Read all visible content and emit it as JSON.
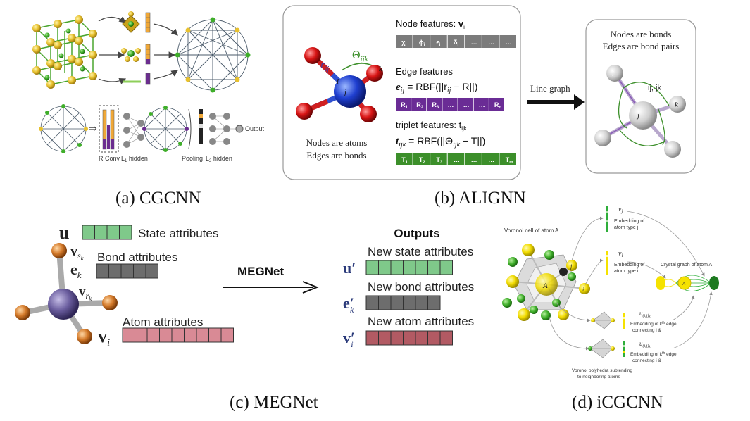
{
  "captions": {
    "a": "(a) CGCNN",
    "b": "(b) ALIGNN",
    "c": "(c) MEGNet",
    "d": "(d) iCGCNN"
  },
  "cgcnn": {
    "output": "Output",
    "r_conv": "R Conv",
    "l1_hidden": "L",
    "l1_sub": "1",
    "l1_rest": " hidden",
    "pooling": "Pooling",
    "l2_hidden": "L",
    "l2_sub": "2",
    "l2_rest": " hidden"
  },
  "alignn": {
    "nodes_atoms": "Nodes are atoms",
    "edges_bonds": "Edges are bonds",
    "node_features": "Node features: ",
    "node_features_sym": "v",
    "node_features_sub": "i",
    "node_cells": [
      "χ",
      "ϕ",
      "ϵ",
      "δ",
      "…",
      "…",
      "…"
    ],
    "node_cell_subs": [
      "i",
      "i",
      "i",
      "i",
      "",
      "",
      ""
    ],
    "edge_features": "Edge features",
    "edge_formula": "= RBF(||r",
    "edge_formula_end": " − R||)",
    "edge_cells": [
      "R",
      "R",
      "R",
      "…",
      "…",
      "…",
      "R"
    ],
    "edge_cell_subs": [
      "1",
      "2",
      "3",
      "",
      "",
      "",
      "n"
    ],
    "triplet_features": "triplet features: t",
    "triplet_sub": "ijk",
    "triplet_formula": "= RBF(||Θ",
    "triplet_formula_end": " − T||)",
    "triplet_cells": [
      "T",
      "T",
      "T",
      "…",
      "…",
      "…",
      "T"
    ],
    "triplet_cell_subs": [
      "1",
      "2",
      "3",
      "",
      "",
      "",
      "m"
    ],
    "r_ij": "r",
    "r_ij_sub": "ij",
    "theta": "Θ",
    "theta_sub": "ijk",
    "atom_i": "i",
    "atom_j": "j",
    "atom_k": "k",
    "line_graph": "Line graph",
    "lg_nodes": "Nodes are bonds",
    "lg_edges": "Edges are bond pairs",
    "lg_ij_jk": "ij, jk",
    "lg_i": "i",
    "lg_j": "j",
    "lg_k": "k"
  },
  "megnet": {
    "u": "u",
    "state_attributes": "State attributes",
    "v_sk": "v",
    "v_sk_sub": "s",
    "v_sk_subsub": "k",
    "bond_attributes": "Bond attributes",
    "e_k": "e",
    "e_k_sub": "k",
    "v_rk": "v",
    "v_rk_sub": "r",
    "v_rk_subsub": "k",
    "atom_attributes": "Atom attributes",
    "v_i": "v",
    "v_i_sub": "i",
    "arrow_label": "MEGNet",
    "outputs": "Outputs",
    "new_state": "New state attributes",
    "new_bond": "New bond attributes",
    "new_atom": "New atom attributes",
    "u_prime": "u′",
    "e_prime": "e′",
    "e_prime_sub": "k",
    "v_prime": "v′",
    "v_prime_sub": "i"
  },
  "icgcnn": {
    "voronoi_cell": "Voronoi cell of atom A",
    "vj": "v",
    "vj_sub": "j",
    "embed_j_1": "Embedding of",
    "embed_j_2": "atom type j",
    "vi": "v",
    "vi_sub": "i",
    "embed_i_1": "Embedding of",
    "embed_i_2": "atom type i",
    "crystal_graph": "Crystal graph of atom A",
    "atom_A": "A",
    "atom_j": "j",
    "atom_i": "i",
    "u_k_i": "u",
    "u_k_i_sub": "(i,j)",
    "u_k_i_subsub": "k",
    "edge_k_1": "Embedding of k",
    "edge_k_2": "connecting i & i",
    "th": "th",
    "edge_suffix": " edge",
    "u_j": "u",
    "u_j_sub": "(i,j)",
    "u_j_subsub": "k",
    "edge_j_1": "Embedding of k",
    "edge_j_2": "connecting i & j",
    "voronoi_poly_1": "Voronoi polyhedra subtending",
    "voronoi_poly_2": "to neighboring atoms"
  },
  "colors": {
    "gold_atom": "#e8c12e",
    "green_atom": "#3fae2a",
    "purple_bar": "#6b2d8f",
    "megnet_green": "#7fc98a",
    "megnet_gray": "#6d6d6d",
    "megnet_pink": "#d98a95",
    "icgcnn_yellow": "#f5e200",
    "icgcnn_green": "#2eae3a",
    "alignn_gray": "#7b7b7b",
    "alignn_purple": "#6a2c95",
    "alignn_green": "#3c8f2a"
  }
}
